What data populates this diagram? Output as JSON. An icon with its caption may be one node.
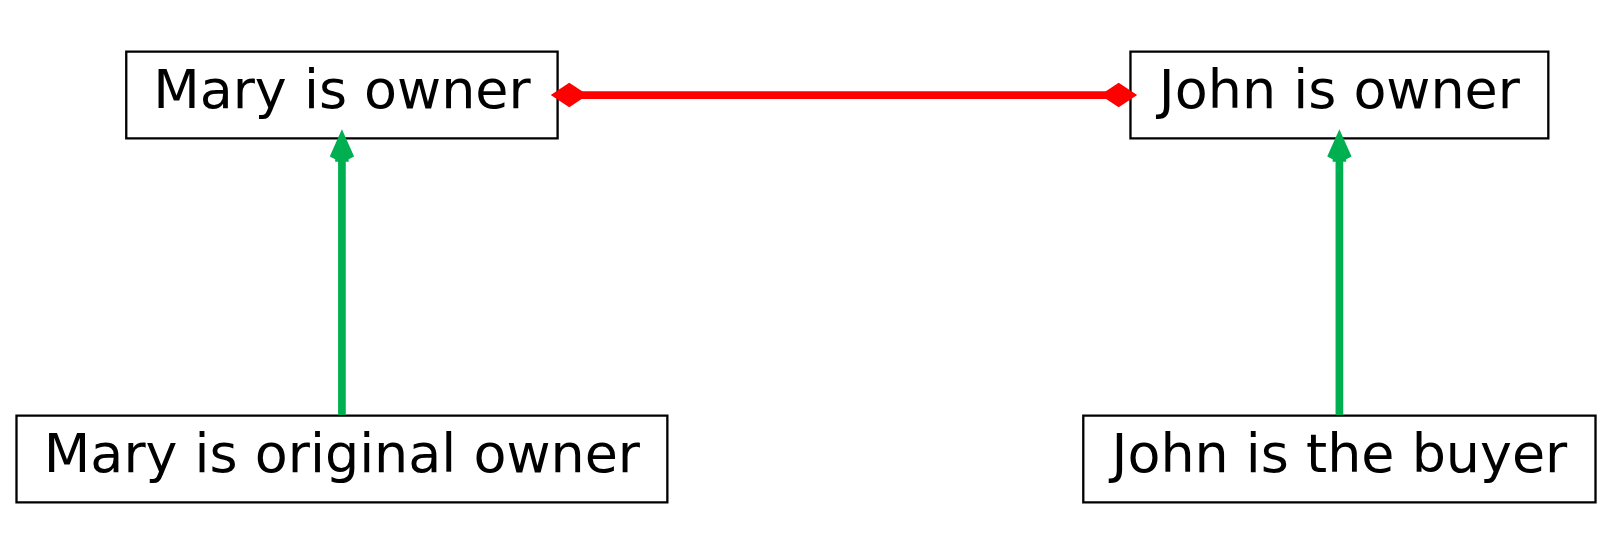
{
  "diagram": {
    "nodes": [
      {
        "text": [
          "Mary is owner"
        ]
      },
      {
        "text": [
          "John is owner"
        ]
      },
      {
        "text": [
          "Mary is original owner"
        ]
      },
      {
        "text": [
          "John is the buyer"
        ]
      }
    ],
    "edges": [
      {
        "from": 2,
        "to": 0,
        "arrow": "to"
      },
      {
        "from": 3,
        "to": 1,
        "arrow": "to"
      },
      {
        "from": 0,
        "to": 1,
        "arrow": "other",
        "color": "#ff0000"
      }
    ]
  }
}
